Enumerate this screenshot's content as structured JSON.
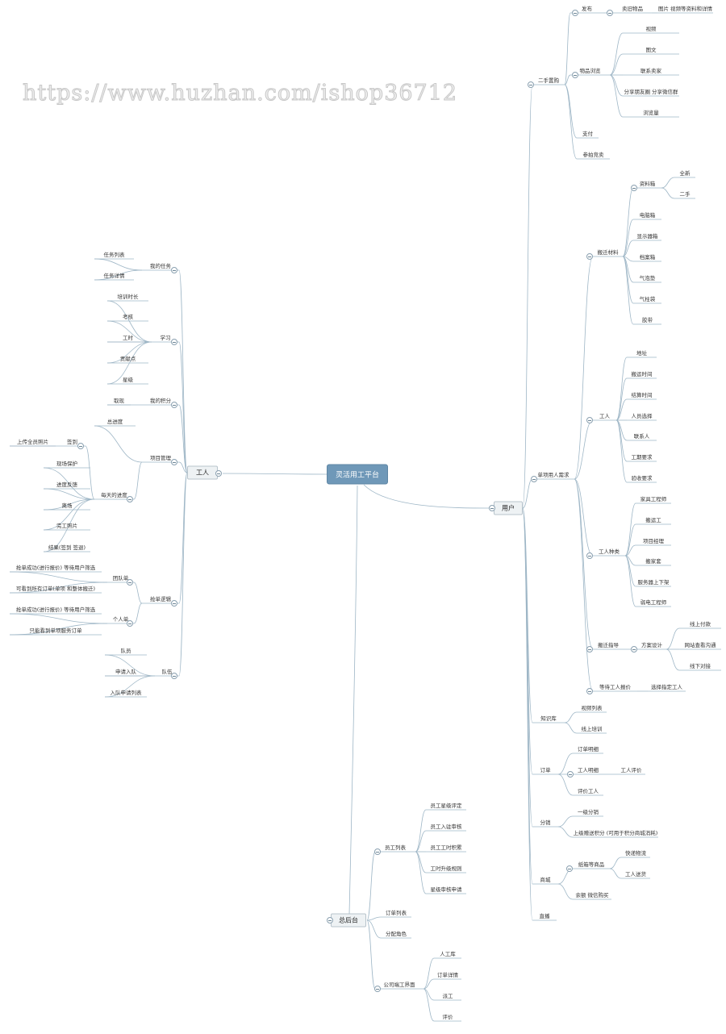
{
  "watermark": "https://www.huzhan.com/ishop36712",
  "root": "灵活用工平台",
  "branches": {
    "worker": "工人",
    "user": "用户",
    "backend": "总后台"
  },
  "worker": {
    "my_tasks": {
      "label": "我的任务",
      "items": [
        "任务列表",
        "任务详情"
      ]
    },
    "study": {
      "label": "学习",
      "items": [
        "培训时长",
        "考核",
        "工时",
        "贡献点",
        "星级"
      ]
    },
    "my_points": {
      "label": "我的积分",
      "items": [
        "取现"
      ]
    },
    "project_mgmt": {
      "label": "项目管理",
      "overall_progress": "总进度",
      "daily_progress": {
        "label": "每天的进度",
        "items": [
          "现场保护",
          "进度反馈",
          "离场",
          "完工照片",
          "结果(签到 签退)"
        ]
      },
      "checkin": {
        "label": "签到",
        "item": "上传全员照片"
      }
    },
    "grab_logic": {
      "label": "抢单逻辑",
      "team": {
        "label": "团队单",
        "items": [
          "抢单成功(进行报价) 等待用户筛选",
          "可看到所有订单(单项 和整体搬迁)"
        ]
      },
      "individual": {
        "label": "个人单",
        "items": [
          "抢单成功(进行报价) 等待用户筛选",
          "只能看到单项服务订单"
        ]
      }
    },
    "team": {
      "label": "队伍",
      "items": [
        "队员",
        "申请入队",
        "入队申请列表"
      ]
    }
  },
  "user": {
    "second_hand": {
      "label": "二手置购",
      "publish": {
        "label": "发布",
        "sell": "卖旧物品",
        "detail": "图片 视频等资料和详情"
      },
      "browse": {
        "label": "物品浏览",
        "items": [
          "视频",
          "图文",
          "联系卖家",
          "分享朋友圈 分享微信群",
          "浏览量"
        ]
      },
      "pay": "支付",
      "auction": "参拍竞卖"
    },
    "moving": {
      "label": "单项用人需求",
      "materials": {
        "label": "搬迁材料",
        "box": "资料箱",
        "box_items": [
          "全新",
          "二手"
        ],
        "items": [
          "电脑箱",
          "显示器箱",
          "档案箱",
          "气泡垫",
          "气柱袋",
          "胶带"
        ]
      },
      "worker": {
        "label": "工人",
        "items": [
          "地址",
          "搬运时间",
          "结算时间",
          "人员选择",
          "联系人",
          "工期要求",
          "验收要求"
        ]
      },
      "worker_type": {
        "label": "工人种类",
        "items": [
          "家具工程师",
          "搬运工",
          "项目经理",
          "搬家套",
          "服务器上下架",
          "弱电工程师"
        ]
      },
      "guide": {
        "label": "搬迁指导",
        "plan": "方案设计",
        "plan_items": [
          "线上付款",
          "网站查看沟通",
          "线下对接"
        ]
      },
      "wait_quote": {
        "label": "等待工人报价",
        "item": "选择指定工人"
      }
    },
    "knowledge": {
      "label": "知识库",
      "items": [
        "视频列表",
        "线上培训"
      ]
    },
    "order": {
      "label": "订单",
      "items": [
        "订单明细",
        "工人明细",
        "评价工人"
      ],
      "worker_rating": "工人评价"
    },
    "distribution": {
      "label": "分销",
      "items": [
        "一级分销",
        "上级赠送积分 (可用于积分商城消耗)"
      ]
    },
    "mall": {
      "label": "商城",
      "packaging": "纸箱等商品",
      "packaging_items": [
        "快递物流",
        "工人送货"
      ],
      "balance": "余额 微信购买"
    },
    "live": "直播"
  },
  "backend": {
    "staff_list": {
      "label": "员工列表",
      "items": [
        "员工星级评定",
        "员工入驻审核",
        "员工工时积累",
        "工时升级规则",
        "星级审核申请"
      ]
    },
    "order_list": "订单列表",
    "role_assign": "分配角色",
    "company_ui": {
      "label": "公司端工界面",
      "items": [
        "人工库",
        "订单详情",
        "派工",
        "评价"
      ]
    }
  },
  "colors": {
    "line": "#9eb6c6",
    "root": "#6f98b8",
    "box_bg": "#eef2f4",
    "box_border": "#b8c4cc"
  }
}
